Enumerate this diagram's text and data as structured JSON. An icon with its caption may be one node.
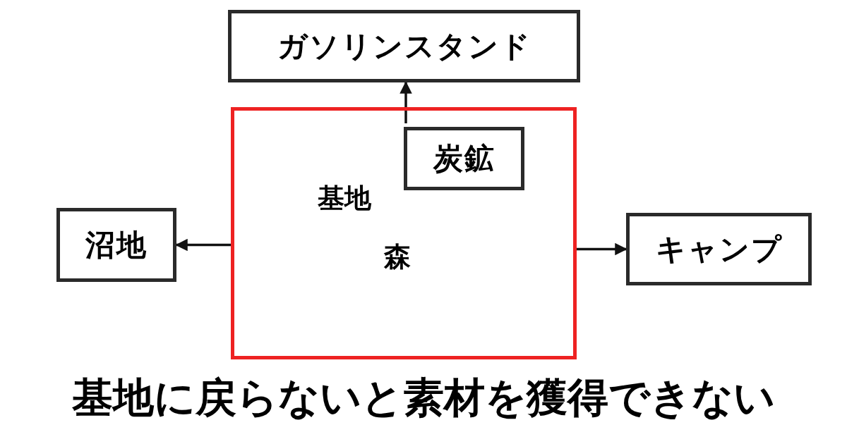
{
  "diagram": {
    "caption": "基地に戻らないと素材を獲得できない",
    "nodes": [
      {
        "text": [
          "ガソリンスタンド"
        ]
      },
      {
        "text": [
          "基地",
          "森"
        ]
      },
      {
        "text": [
          "炭鉱"
        ],
        "in": 1
      },
      {
        "text": [
          "沼地"
        ]
      },
      {
        "text": [
          "キャンプ"
        ]
      }
    ],
    "edges": [
      {
        "from": 2,
        "to": 0,
        "arrow": "to"
      },
      {
        "from": 1,
        "to": 3,
        "arrow": "to"
      },
      {
        "from": 1,
        "to": 4,
        "arrow": "to"
      }
    ]
  }
}
